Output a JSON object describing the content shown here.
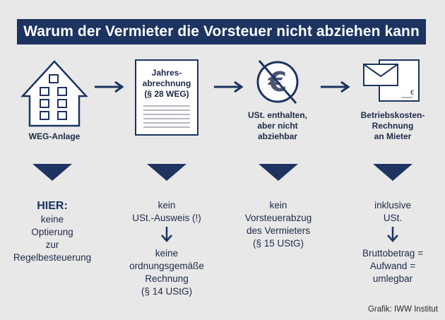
{
  "title": "Warum der Vermieter die Vorsteuer nicht abziehen kann",
  "colors": {
    "navy": "#1d3461",
    "background": "#e8e8e8",
    "paper": "#ffffff"
  },
  "steps": [
    {
      "icon": "house-icon",
      "label": "WEG-Anlage"
    },
    {
      "icon": "document-icon",
      "label": "",
      "doc_lines": [
        "Jahres-",
        "abrechnung",
        "(§ 28 WEG)"
      ]
    },
    {
      "icon": "crossed-euro-icon",
      "label": "USt. enthalten,\naber nicht\nabziehbar",
      "symbol": "€"
    },
    {
      "icon": "envelope-invoice-icon",
      "label": "Betriebskosten-\nRechnung\nan Mieter",
      "symbol": "€"
    }
  ],
  "columns": [
    {
      "lead": "HIER:",
      "text": "keine\nOptierung\nzur\nRegelbesteuerung",
      "after": ""
    },
    {
      "lead": "",
      "text": "kein\nUSt.-Ausweis (!)",
      "after": "keine\nordnungsgemäße\nRechnung\n(§ 14 UStG)"
    },
    {
      "lead": "",
      "text": "kein\nVorsteuerabzug\ndes Vermieters\n(§ 15 UStG)",
      "after": ""
    },
    {
      "lead": "",
      "text": "inklusive\nUSt.",
      "after": "Bruttobetrag =\nAufwand =\numlegbar"
    }
  ],
  "credit": "Grafik: IWW Institut"
}
